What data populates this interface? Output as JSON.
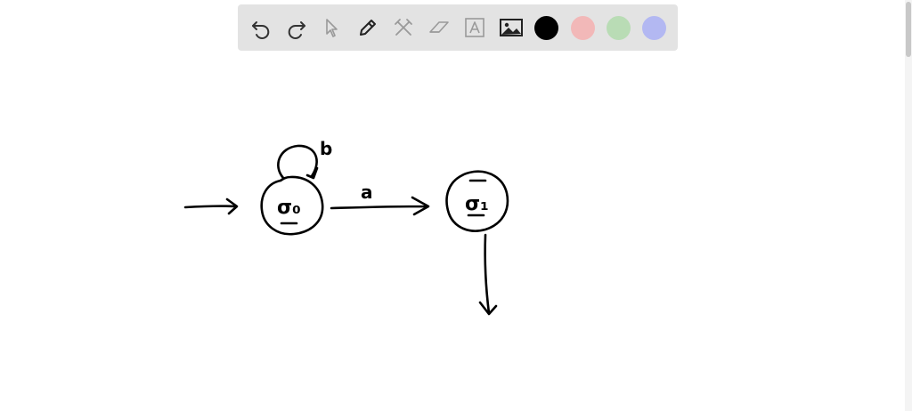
{
  "toolbar": {
    "tools": [
      "undo-icon",
      "redo-icon",
      "select-pointer-icon",
      "pen-icon",
      "tools-icon",
      "eraser-icon",
      "text-icon",
      "image-icon"
    ],
    "colors": [
      "#000000",
      "#f2b8b8",
      "#b9dcb5",
      "#b3b8f2"
    ],
    "selected_color": "#000000"
  },
  "drawing": {
    "loop_label": "b",
    "edge_label": "a",
    "state0_label": "σ₀",
    "state1_label": "σ₁"
  }
}
